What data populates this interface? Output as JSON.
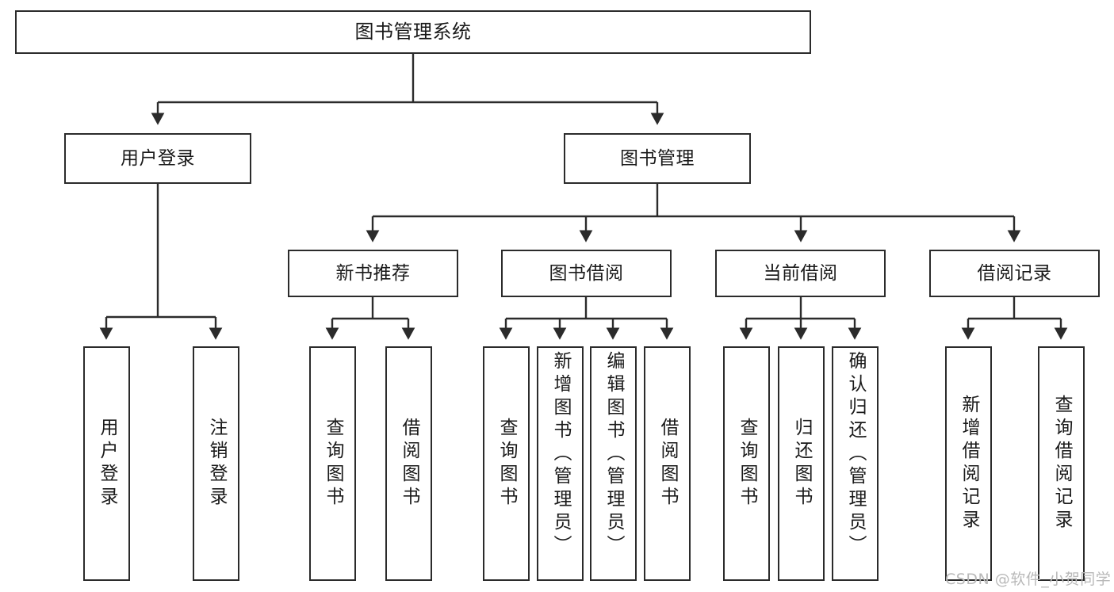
{
  "diagram": {
    "title": "图书管理系统",
    "type": "tree-hierarchy",
    "accent_color": "#2b2b2b",
    "background_color": "#ffffff"
  },
  "nodes": {
    "root": {
      "label": "图书管理系统"
    },
    "level2": [
      {
        "id": "user-login",
        "label": "用户登录"
      },
      {
        "id": "book-management",
        "label": "图书管理"
      }
    ],
    "level3": [
      {
        "id": "new-book-recommend",
        "label": "新书推荐"
      },
      {
        "id": "book-borrow",
        "label": "图书借阅"
      },
      {
        "id": "current-borrow",
        "label": "当前借阅"
      },
      {
        "id": "borrow-record",
        "label": "借阅记录"
      }
    ],
    "leaves": {
      "user_login": [
        {
          "id": "leaf-user-login",
          "label": "用户登录"
        },
        {
          "id": "leaf-logout-login",
          "label": "注销登录"
        }
      ],
      "new_book_recommend": [
        {
          "id": "leaf-query-book-1",
          "label": "查询图书"
        },
        {
          "id": "leaf-borrow-book-1",
          "label": "借阅图书"
        }
      ],
      "book_borrow": [
        {
          "id": "leaf-query-book-2",
          "label": "查询图书"
        },
        {
          "id": "leaf-add-book-admin",
          "label": "新增图书（管理员）"
        },
        {
          "id": "leaf-edit-book-admin",
          "label": "编辑图书（管理员）"
        },
        {
          "id": "leaf-borrow-book-2",
          "label": "借阅图书"
        }
      ],
      "current_borrow": [
        {
          "id": "leaf-query-book-3",
          "label": "查询图书"
        },
        {
          "id": "leaf-return-book",
          "label": "归还图书"
        },
        {
          "id": "leaf-confirm-return-admin",
          "label": "确认归还（管理员）"
        }
      ],
      "borrow_record": [
        {
          "id": "leaf-add-borrow-record",
          "label": "新增借阅记录"
        },
        {
          "id": "leaf-query-borrow-record",
          "label": "查询借阅记录"
        }
      ]
    }
  },
  "watermark": {
    "text": "CSDN @软件_小贺同学"
  }
}
